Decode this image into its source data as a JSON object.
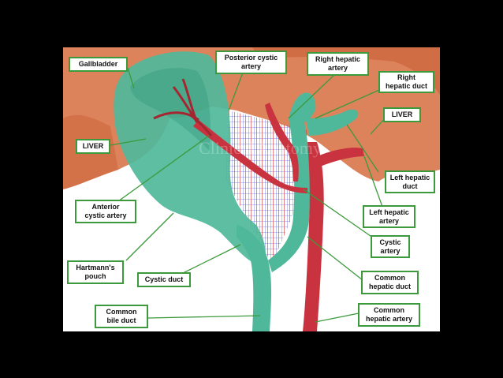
{
  "diagram": {
    "watermark": "Clinical Anatomy",
    "labels": {
      "gallbladder": "Gallbladder",
      "posterior_cystic_artery": "Posterior cystic\nartery",
      "right_hepatic_artery": "Right hepatic\nartery",
      "right_hepatic_duct": "Right\nhepatic duct",
      "liver_right": "LIVER",
      "liver_left": "LIVER",
      "left_hepatic_duct": "Left hepatic\nduct",
      "anterior_cystic_artery": "Anterior\ncystic artery",
      "left_hepatic_artery": "Left hepatic\nartery",
      "cystic_artery": "Cystic\nartery",
      "hartmanns_pouch": "Hartmann's\npouch",
      "cystic_duct": "Cystic duct",
      "common_hepatic_duct": "Common\nhepatic duct",
      "common_bile_duct": "Common\nbile duct",
      "common_hepatic_artery": "Common\nhepatic artery"
    }
  }
}
